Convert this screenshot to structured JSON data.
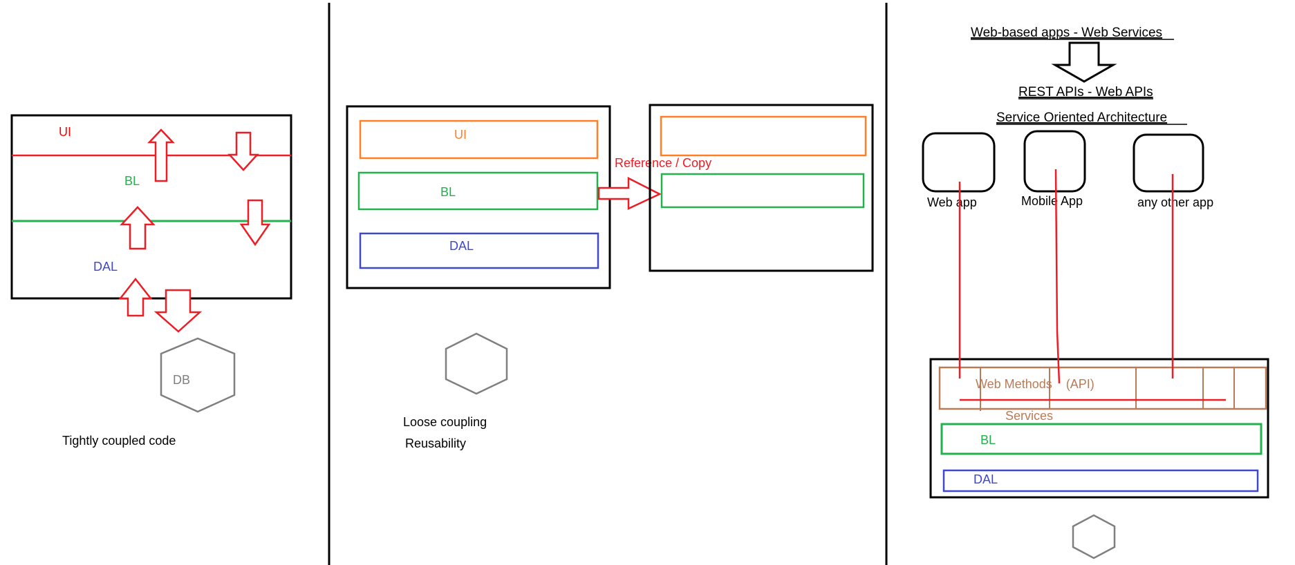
{
  "colors": {
    "ui": "#ff0000",
    "ui_box": "#ff7f27",
    "bl": "#22b14c",
    "dal": "#3f48cc",
    "arrow": "#ee1c24",
    "hexagon": "#7f7f7f",
    "services": "#b97a57",
    "ink": "#000000"
  },
  "panel1": {
    "layer_ui": "UI",
    "layer_bl": "BL",
    "layer_dal": "DAL",
    "db": "DB",
    "caption": "Tightly coupled code"
  },
  "panel2": {
    "layer_ui": "UI",
    "layer_bl": "BL",
    "layer_dal": "DAL",
    "arrow_label": "Reference / Copy",
    "caption_line1": "Loose coupling",
    "caption_line2": "Reusability"
  },
  "panel3": {
    "title": "Web-based apps - Web Services",
    "subtitle": "REST APIs - Web APIs",
    "architecture": "Service Oriented Architecture",
    "apps": [
      "Web app",
      "Mobile App",
      "any other app"
    ],
    "web_methods": "Web Methods    (API)",
    "services": "Services",
    "layer_bl": "BL",
    "layer_dal": "DAL"
  }
}
